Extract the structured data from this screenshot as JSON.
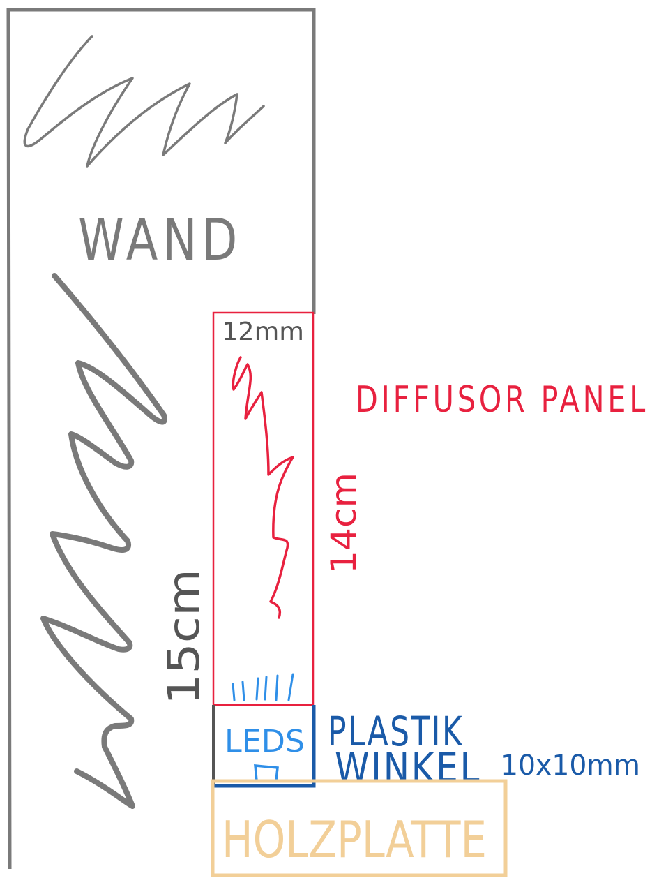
{
  "labels": {
    "wall": "WAND",
    "panel_thickness": "12mm",
    "diffusor": "DIFFUSOR PANEL",
    "panel_height": "14cm",
    "total_height": "15cm",
    "leds": "LEDS",
    "angle_line1": "PLASTIK",
    "angle_line2": "WINKEL",
    "angle_size": "10x10mm",
    "board": "HOLZPLATTE"
  },
  "colors": {
    "wall": "#7a7a7a",
    "panel": "#e8213f",
    "led": "#2f8fe8",
    "angle": "#1a5aa8",
    "board": "#f2cf98",
    "dimension": "#555555"
  }
}
